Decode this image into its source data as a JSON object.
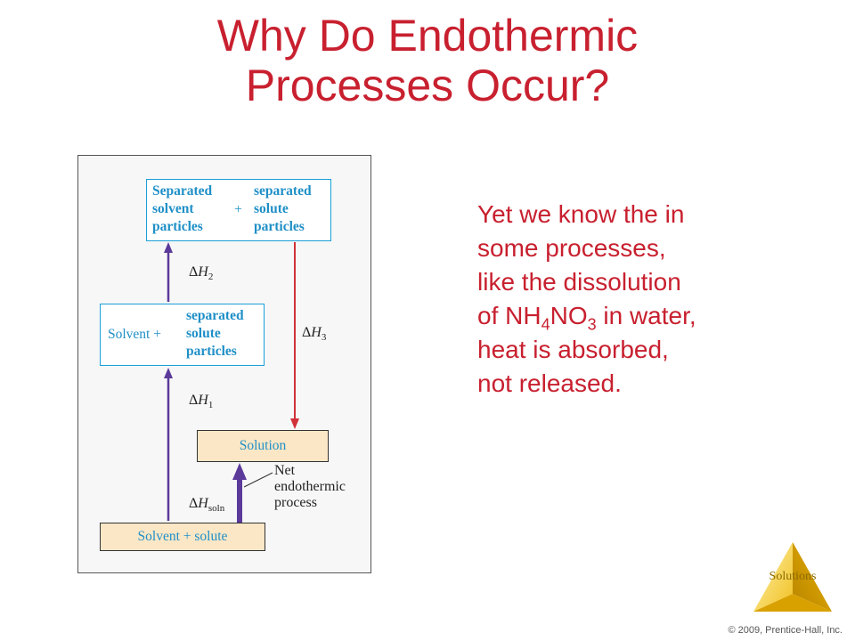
{
  "slide": {
    "title_line1": "Why Do Endothermic",
    "title_line2": "Processes Occur?",
    "body": {
      "line1": "Yet we know the in",
      "line2": "some processes,",
      "line3": "like the dissolution",
      "line4_pre": "of NH",
      "line4_sub1": "4",
      "line4_mid": "NO",
      "line4_sub2": "3",
      "line4_post": " in water,",
      "line5": "heat is absorbed,",
      "line6": "not released."
    },
    "badge_label": "Solutions",
    "copyright": "© 2009, Prentice-Hall, Inc."
  },
  "diagram": {
    "top_box": {
      "col1": [
        "Separated",
        "solvent",
        "particles"
      ],
      "plus": "+",
      "col2": [
        "separated",
        "solute",
        "particles"
      ]
    },
    "mid_box": {
      "left": "Solvent +",
      "right": [
        "separated",
        "solute",
        "particles"
      ]
    },
    "solution_box": "Solution",
    "bottom_box": "Solvent + solute",
    "labels": {
      "delta": "Δ",
      "h": "H",
      "h2_sub": "2",
      "h1_sub": "1",
      "h3_sub": "3",
      "hsoln_sub": "soln",
      "net_line1": "Net",
      "net_line2": "endothermic",
      "net_line3": "process"
    },
    "colors": {
      "arrow_purple": "#5b3a9a",
      "arrow_red": "#d0313a",
      "box_blue": "#1aa0d8",
      "box_tan": "#fbe7c6"
    }
  }
}
